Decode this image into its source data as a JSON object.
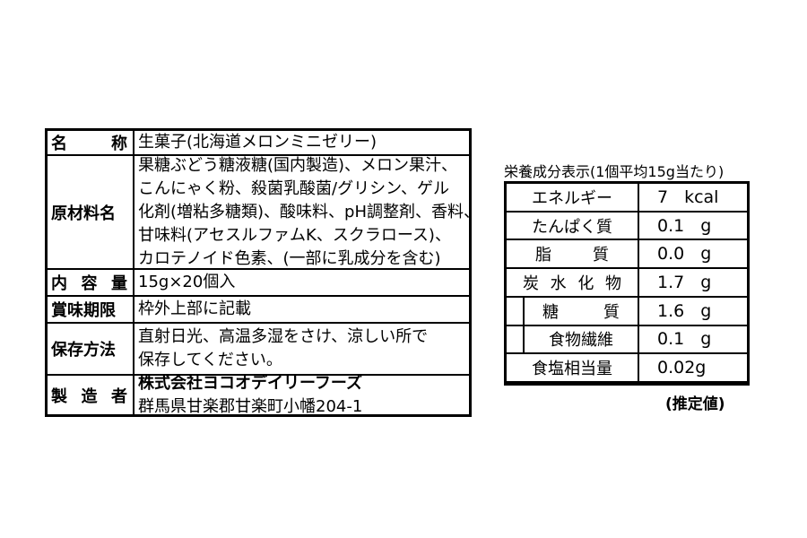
{
  "label": {
    "rows": [
      {
        "label_chars": [
          "名",
          "称"
        ],
        "lines": [
          "生菓子(北海道メロンミニゼリー)"
        ]
      },
      {
        "label": "原材料名",
        "lines": [
          "果糖ぶどう糖液糖(国内製造)、メロン果汁、",
          "こんにゃく粉、殺菌乳酸菌/グリシン、ゲル",
          "化剤(増粘多糖類)、酸味料、pH調整剤、香料、",
          "甘味料(アセスルファムK、スクラロース)、",
          "カロテノイド色素、(一部に乳成分を含む)"
        ]
      },
      {
        "label_chars": [
          "内",
          "容",
          "量"
        ],
        "lines": [
          "15g×20個入"
        ]
      },
      {
        "label": "賞味期限",
        "lines": [
          "枠外上部に記載"
        ]
      },
      {
        "label": "保存方法",
        "lines": [
          "直射日光、高温多湿をさけ、涼しい所で",
          "保存してください。"
        ]
      },
      {
        "label_chars": [
          "製",
          "造",
          "者"
        ],
        "lines": [
          "株式会社ヨコオデイリーフーズ",
          "群馬県甘楽郡甘楽町小幡204-1"
        ]
      }
    ]
  },
  "nutrition": {
    "title": "栄養成分表示(1個平均15g当たり)",
    "rows": [
      {
        "name": "エネルギー",
        "value": "7",
        "unit": "kcal"
      },
      {
        "name": "たんぱく質",
        "value": "0.1",
        "unit": "g"
      },
      {
        "name_chars": [
          "脂",
          "質"
        ],
        "value": "0.0",
        "unit": "g"
      },
      {
        "name_chars": [
          "炭",
          "水",
          "化",
          "物"
        ],
        "value": "1.7",
        "unit": "g"
      },
      {
        "name_chars": [
          "糖",
          "質"
        ],
        "value": "1.6",
        "unit": "g",
        "sub": true
      },
      {
        "name": "食物繊維",
        "value": "0.1",
        "unit": "g",
        "sub": true
      },
      {
        "name": "食塩相当量",
        "value": "0.02g",
        "unit": ""
      }
    ],
    "note": "(推定値)"
  }
}
